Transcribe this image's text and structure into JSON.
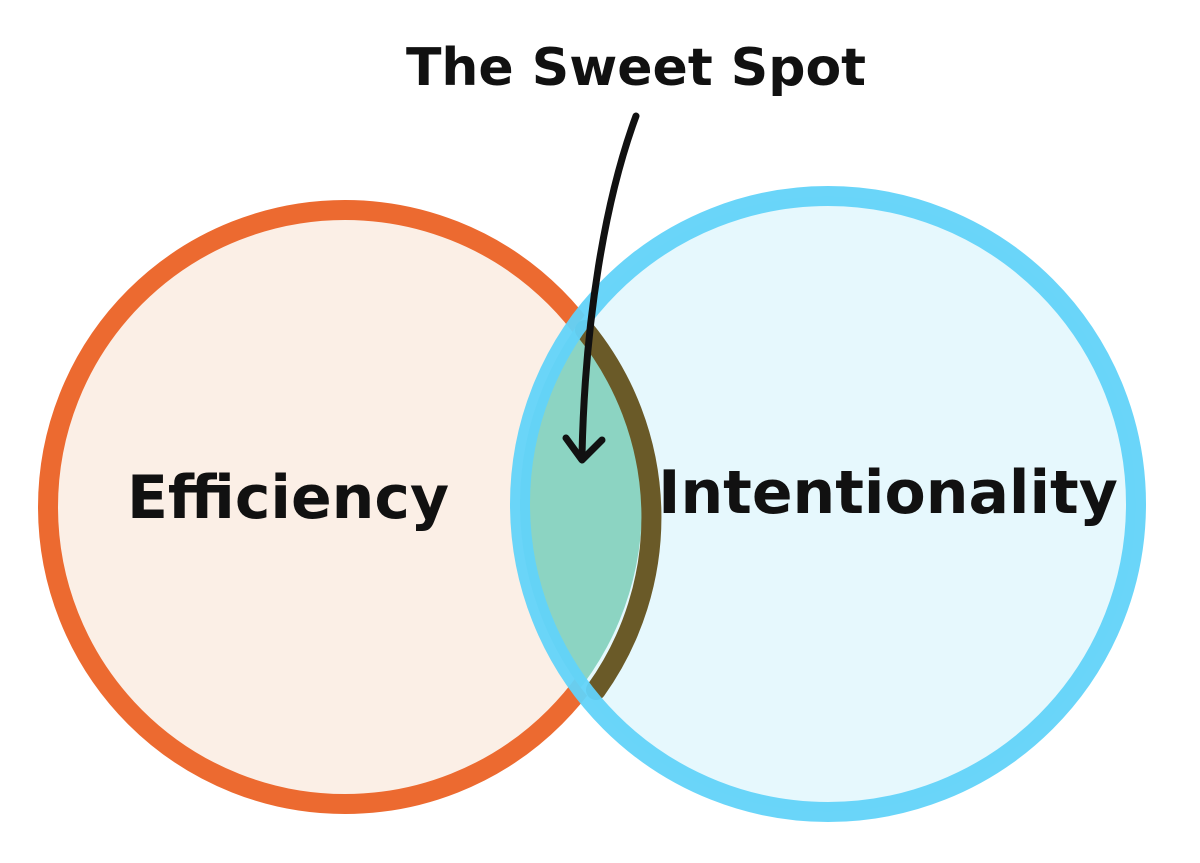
{
  "diagram": {
    "annotation": "The Sweet Spot",
    "sets": [
      {
        "label": "Efficiency",
        "stroke": "#EC6A30",
        "fill": "#FBEFE6"
      },
      {
        "label": "Intentionality",
        "stroke": "#62D3F9",
        "fill": "#E6F8FD"
      }
    ],
    "overlap_fill": "#8CD4C2",
    "overlap_edge": "#6A5A28",
    "arrow_color": "#111111"
  }
}
